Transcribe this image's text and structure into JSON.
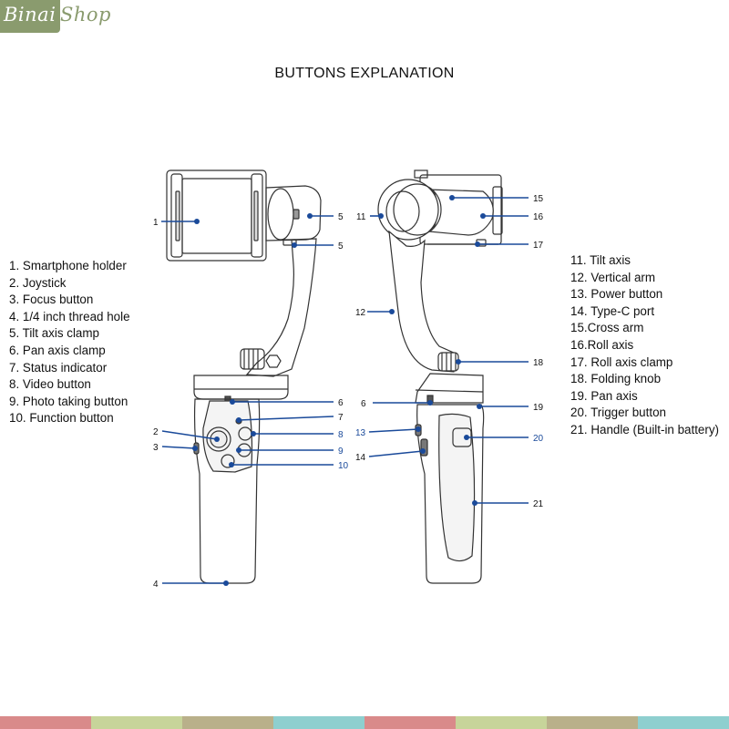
{
  "brand": {
    "part1": "Binai",
    "part2": "Shop",
    "accent": "#8a9b6e"
  },
  "title": "BUTTONS EXPLANATION",
  "legend_left": [
    "1. Smartphone holder",
    "2. Joystick",
    "3. Focus button",
    "4. 1/4 inch thread hole",
    "5. Tilt axis clamp",
    "6. Pan axis clamp",
    "7. Status indicator",
    "8. Video button",
    "9. Photo taking button",
    "10. Function button"
  ],
  "legend_right": [
    "11. Tilt axis",
    "12. Vertical arm",
    "13. Power button",
    "14. Type-C port",
    "15.Cross arm",
    "16.Roll axis",
    "17. Roll axis clamp",
    "18.  Folding knob",
    "19. Pan axis",
    "20. Trigger button",
    "21.  Handle  (Built-in battery)"
  ],
  "callouts_front": [
    "1",
    "2",
    "3",
    "4",
    "5",
    "5",
    "6",
    "7",
    "8",
    "9",
    "10"
  ],
  "callouts_back": [
    "11",
    "12",
    "13",
    "14",
    "15",
    "16",
    "17",
    "18",
    "6",
    "19",
    "20",
    "21"
  ],
  "colors": {
    "leader": "#1a4a9a",
    "footer": [
      "#d98a8a",
      "#c7d49a",
      "#b9b08a",
      "#8ecfcf",
      "#d98a8a",
      "#c7d49a",
      "#b9b08a",
      "#8ecfcf"
    ]
  }
}
